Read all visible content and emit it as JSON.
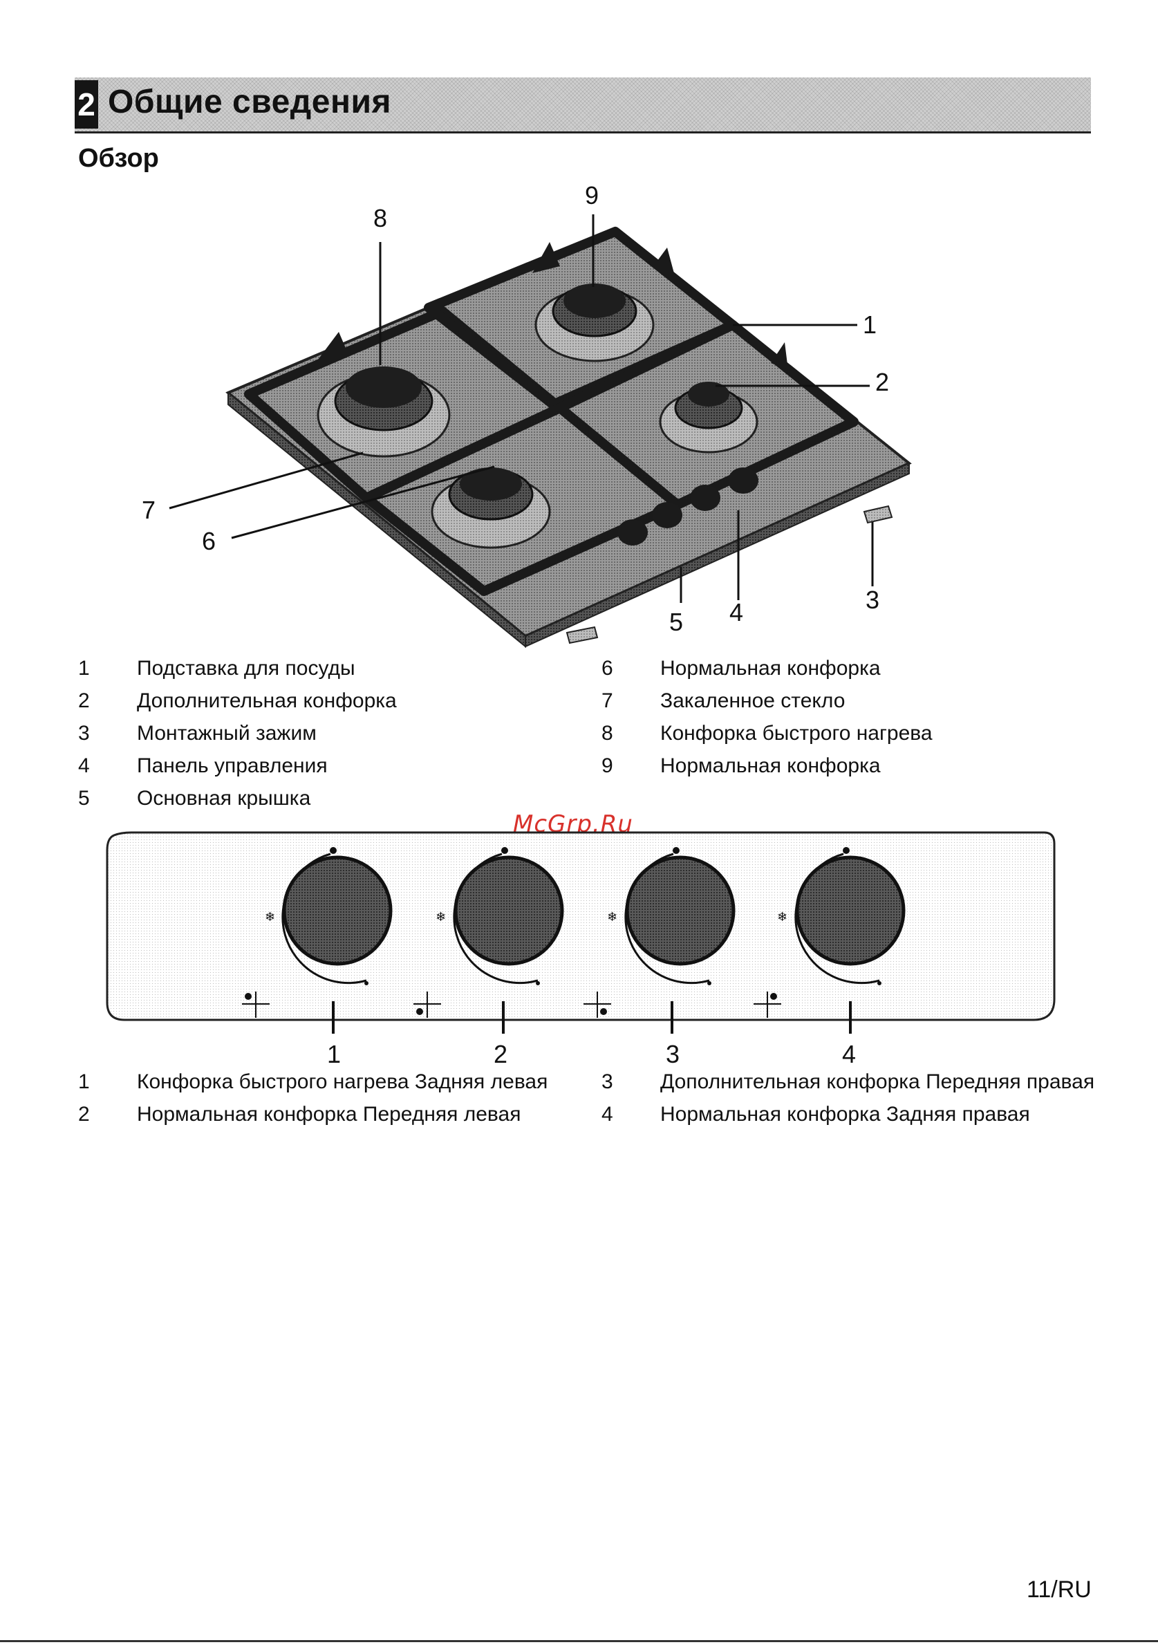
{
  "header": {
    "chapter_number": "2",
    "chapter_title": "Общие сведения"
  },
  "section": {
    "title": "Обзор"
  },
  "hob_callouts": [
    "1",
    "2",
    "3",
    "4",
    "5",
    "6",
    "7",
    "8",
    "9"
  ],
  "parts_legend": [
    {
      "num": "1",
      "label": "Подставка для посуды"
    },
    {
      "num": "2",
      "label": "Дополнительная конфорка"
    },
    {
      "num": "3",
      "label": "Монтажный зажим"
    },
    {
      "num": "4",
      "label": "Панель управления"
    },
    {
      "num": "5",
      "label": "Основная крышка"
    },
    {
      "num": "6",
      "label": "Нормальная конфорка"
    },
    {
      "num": "7",
      "label": "Закаленное стекло"
    },
    {
      "num": "8",
      "label": "Конфорка быстрого нагрева"
    },
    {
      "num": "9",
      "label": "Нормальная конфорка"
    }
  ],
  "watermark": "McGrp.Ru",
  "knob_callouts": [
    "1",
    "2",
    "3",
    "4"
  ],
  "knob_legend": [
    {
      "num": "1",
      "label": "Конфорка быстрого нагрева Задняя левая"
    },
    {
      "num": "2",
      "label": "Нормальная конфорка Передняя левая"
    },
    {
      "num": "3",
      "label": "Дополнительная конфорка Передняя правая"
    },
    {
      "num": "4",
      "label": "Нормальная конфорка Задняя правая"
    }
  ],
  "page_number": "11/RU"
}
